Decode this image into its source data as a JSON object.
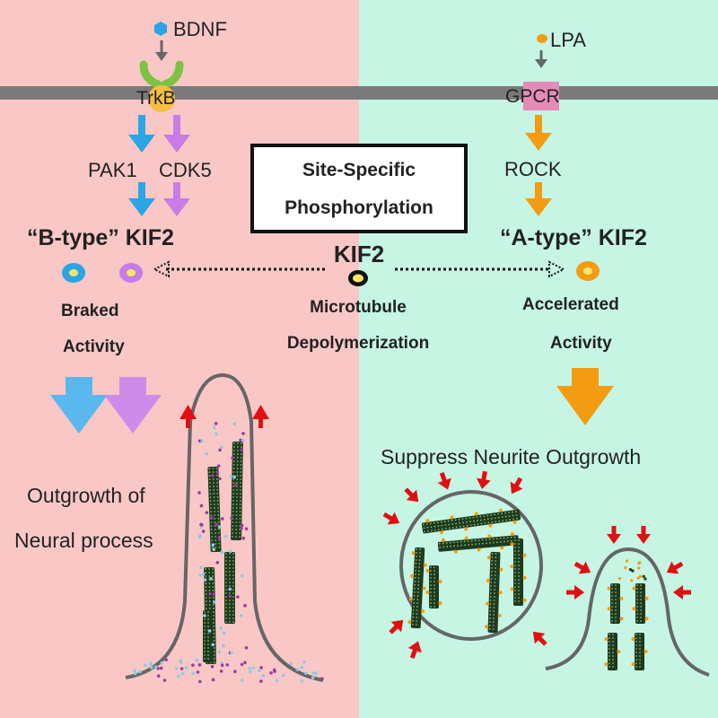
{
  "colors": {
    "left_bg": "#f9c8c6",
    "right_bg": "#c6f5e4",
    "membrane": "#7a7a7a",
    "blue": "#2aa5e6",
    "purple": "#c77ce8",
    "orange": "#f39c12",
    "red": "#e01010",
    "microtubule": "#1f3a1f"
  },
  "left": {
    "ligand": "BDNF",
    "receptor": "TrkB",
    "kinase1": "PAK1",
    "kinase2": "CDK5",
    "kif_label": "“B-type” KIF2",
    "activity_line1": "Braked",
    "activity_line2": "Activity",
    "outcome_line1": "Outgrowth of",
    "outcome_line2": "Neural process"
  },
  "center": {
    "box_line1": "Site-Specific",
    "box_line2": "Phosphorylation",
    "kif": "KIF2",
    "function_line1": "Microtubule",
    "function_line2": "Depolymerization"
  },
  "right": {
    "ligand": "LPA",
    "receptor": "GPCR",
    "kinase": "ROCK",
    "kif_label": "“A-type” KIF2",
    "activity_line1": "Accelerated",
    "activity_line2": "Activity",
    "outcome": "Suppress Neurite Outgrowth"
  },
  "icons": {
    "bdnf": "hexagon-icon",
    "lpa": "dot-icon",
    "trkb": "receptor-y-icon",
    "gpcr": "gpcr-block-icon"
  }
}
